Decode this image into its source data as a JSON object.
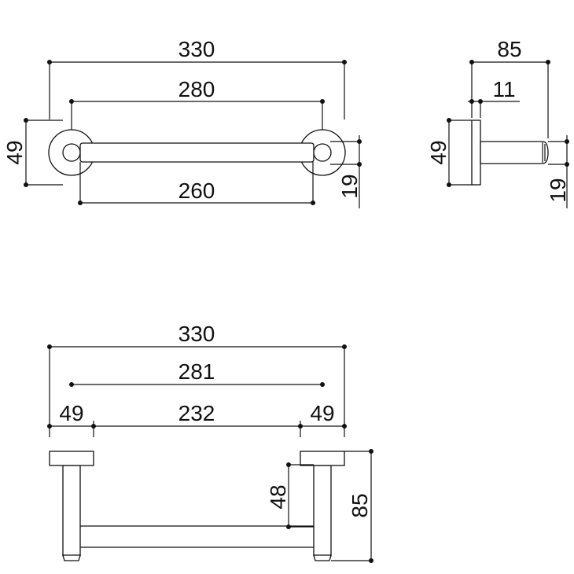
{
  "drawing": {
    "front_view": {
      "overall_length": "330",
      "mount_centres": "280",
      "bar_length": "260",
      "base_diameter": "49",
      "bar_diameter": "19"
    },
    "side_view": {
      "projection": "85",
      "base_thickness": "11",
      "base_diameter": "49",
      "bar_diameter": "19"
    },
    "top_view": {
      "overall_length": "330",
      "centres": "281",
      "left_base": "49",
      "inner_span": "232",
      "right_base": "49",
      "bar_offset": "48",
      "projection": "85"
    }
  }
}
